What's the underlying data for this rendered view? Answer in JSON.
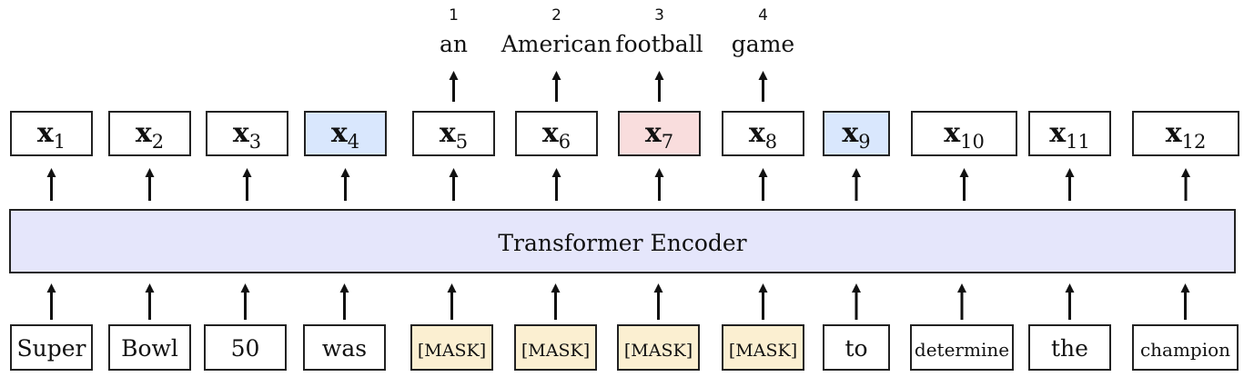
{
  "encoder": {
    "label": "Transformer Encoder",
    "fill": "#e5e6fb"
  },
  "colors": {
    "mask_fill": "#fbefd1",
    "context_fill": "#d9e7fd",
    "target_fill": "#f9dddd",
    "default_fill": "#ffffff",
    "stroke": "#222222"
  },
  "tokens": [
    {
      "input": "Super",
      "output_sub": "1",
      "fill": "default"
    },
    {
      "input": "Bowl",
      "output_sub": "2",
      "fill": "default"
    },
    {
      "input": "50",
      "output_sub": "3",
      "fill": "default"
    },
    {
      "input": "was",
      "output_sub": "4",
      "fill": "context"
    },
    {
      "input": "[MASK]",
      "output_sub": "5",
      "fill": "default",
      "masked": true,
      "span_index": "1",
      "span_word": "an"
    },
    {
      "input": "[MASK]",
      "output_sub": "6",
      "fill": "default",
      "masked": true,
      "span_index": "2",
      "span_word": "American"
    },
    {
      "input": "[MASK]",
      "output_sub": "7",
      "fill": "target",
      "masked": true,
      "span_index": "3",
      "span_word": "football"
    },
    {
      "input": "[MASK]",
      "output_sub": "8",
      "fill": "default",
      "masked": true,
      "span_index": "4",
      "span_word": "game"
    },
    {
      "input": "to",
      "output_sub": "9",
      "fill": "context"
    },
    {
      "input": "determine",
      "output_sub": "10",
      "fill": "default"
    },
    {
      "input": "the",
      "output_sub": "11",
      "fill": "default"
    },
    {
      "input": "champion",
      "output_sub": "12",
      "fill": "default"
    }
  ],
  "output_symbol": "x"
}
